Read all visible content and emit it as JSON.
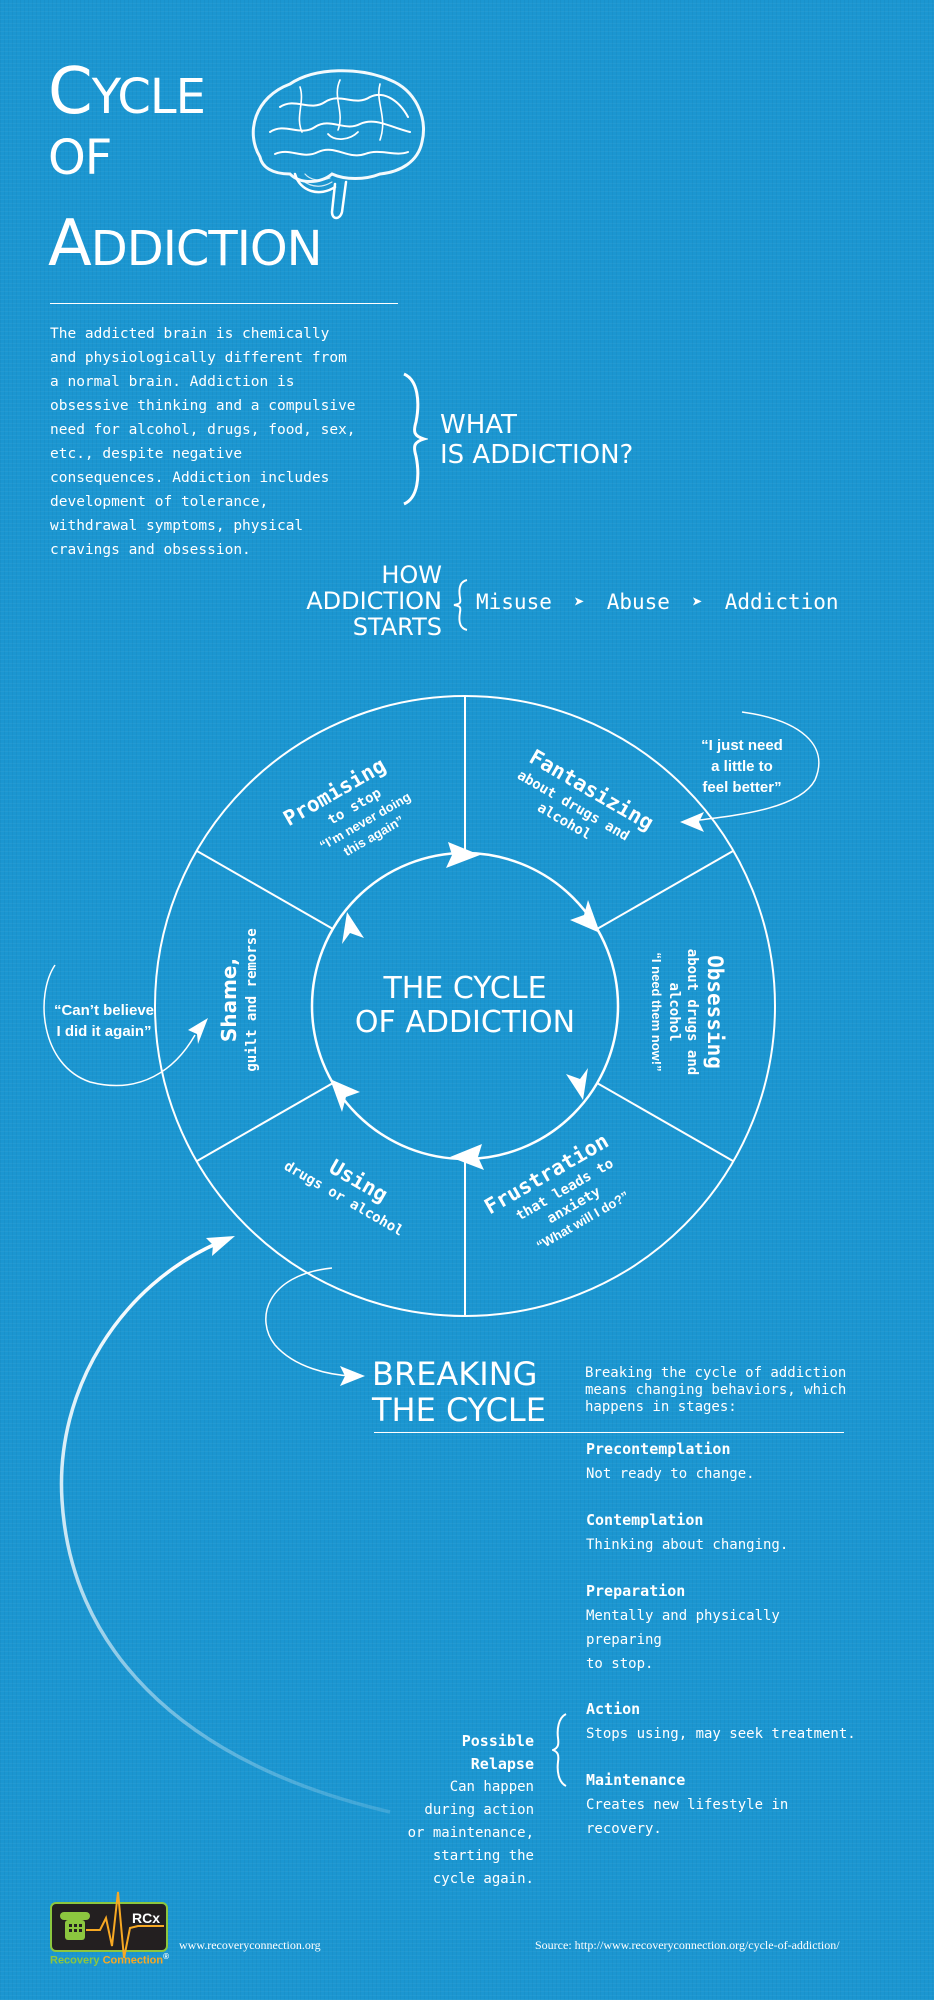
{
  "header": {
    "title_line1_first": "C",
    "title_line1_rest": "YCLE",
    "title_line2": "OF",
    "title_line3_first": "A",
    "title_line3_rest": "DDICTION"
  },
  "what_is": {
    "body_lines": [
      "The addicted brain is chemically",
      "and physiologically different from",
      "a normal brain. Addiction is",
      "obsessive thinking and a compulsive",
      "need for alcohol, drugs, food, sex,",
      "etc., despite negative",
      "consequences. Addiction includes",
      "development of tolerance,",
      "withdrawal symptoms, physical",
      "cravings and obsession."
    ],
    "heading_line1": "What",
    "heading_line2": "Is Addiction?"
  },
  "how_starts": {
    "heading_line1": "How",
    "heading_line2": "Addiction",
    "heading_line3": "Starts",
    "steps": [
      "Misuse",
      "Abuse",
      "Addiction"
    ]
  },
  "cycle": {
    "center_line1": "The Cycle",
    "center_line2": "of Addiction",
    "stages": [
      {
        "title": "Promising",
        "lines": [
          "to stop",
          "“I’m never doing",
          "this again”"
        ]
      },
      {
        "title": "Fantasizing",
        "lines": [
          "about drugs and",
          "alcohol"
        ]
      },
      {
        "title": "Obsessing",
        "lines": [
          "about drugs and",
          "alcohol",
          "“I need them now!”"
        ]
      },
      {
        "title": "Frustration",
        "lines": [
          "that leads to",
          "anxiety",
          "“What will I do?”"
        ]
      },
      {
        "title": "Using",
        "lines": [
          "drugs or alcohol"
        ]
      },
      {
        "title": "Shame,",
        "lines": [
          "guilt and remorse"
        ]
      }
    ],
    "quote_fantasizing": [
      "“I just need",
      "a little to",
      "feel better”"
    ],
    "quote_shame": [
      "“Can’t believe",
      "I did it again”"
    ]
  },
  "breaking": {
    "heading_line1": "Breaking",
    "heading_line2": "the Cycle",
    "intro_lines": [
      "Breaking the cycle of addiction",
      "means changing behaviors, which",
      "happens in stages:"
    ],
    "stages": [
      {
        "title": "Precontemplation",
        "desc": [
          "Not ready to change."
        ]
      },
      {
        "title": "Contemplation",
        "desc": [
          "Thinking about changing."
        ]
      },
      {
        "title": "Preparation",
        "desc": [
          "Mentally and physically",
          "preparing",
          "to stop."
        ]
      },
      {
        "title": "Action",
        "desc": [
          "Stops using, may seek treatment."
        ]
      },
      {
        "title": "Maintenance",
        "desc": [
          "Creates new lifestyle in",
          "recovery."
        ]
      }
    ],
    "relapse": {
      "title_line1": "Possible",
      "title_line2": "Relapse",
      "desc_lines": [
        "Can happen",
        "during action",
        "or maintenance,",
        "starting the",
        "cycle again."
      ]
    }
  },
  "footer": {
    "logo_text": "RCx",
    "logo_name_part1": "Recovery ",
    "logo_name_part2": "Connection",
    "logo_reg": "®",
    "website": "www.recoveryconnection.org",
    "source": "Source: http://www.recoveryconnection.org/cycle-of-addiction/"
  },
  "colors": {
    "background": "#1b96d1",
    "text": "#ffffff",
    "logo_green": "#8cc63f",
    "logo_orange": "#f7a823",
    "logo_dark": "#231f20"
  }
}
